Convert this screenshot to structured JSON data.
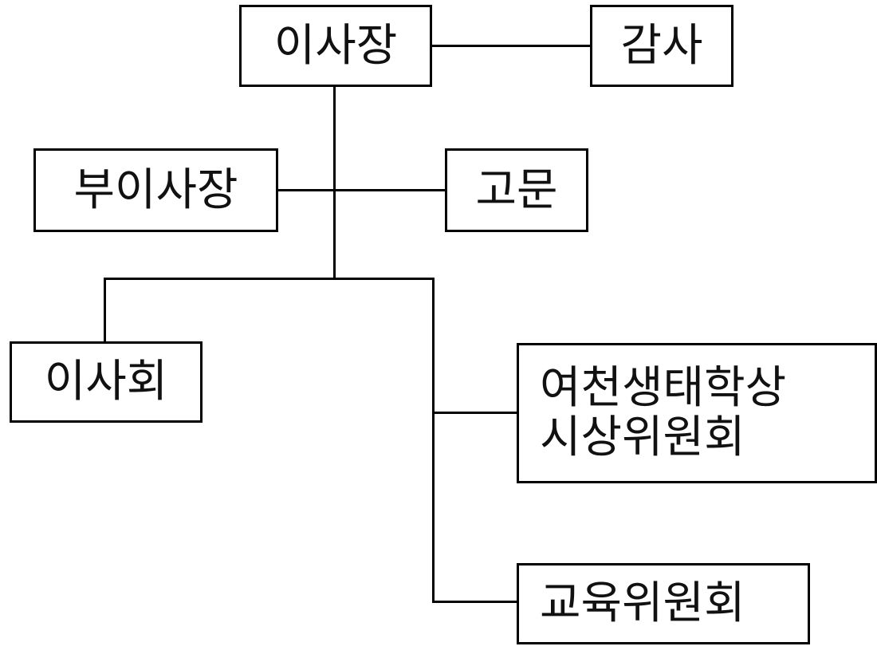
{
  "org_chart": {
    "chairman": "이사장",
    "auditor": "감사",
    "vice_chairman": "부이사장",
    "advisor": "고문",
    "board": "이사회",
    "ecology_award_committee": {
      "line1": "여천생태학상",
      "line2": "시상위원회"
    },
    "education_committee": "교육위원회"
  },
  "colors": {
    "line": "#000000",
    "text": "#111111",
    "background": "#ffffff"
  }
}
